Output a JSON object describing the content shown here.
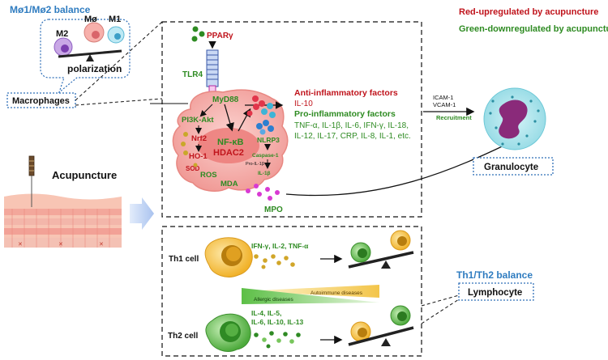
{
  "colors": {
    "upregulated": "#c0141c",
    "downregulated": "#2e8b22",
    "title_blue": "#2f7cc0",
    "cell_pink": "#f4a5a2",
    "granulocyte_cyan": "#a7e4ec",
    "granulocyte_nucleus": "#8a2a7a",
    "lymph_yellow": "#f1b22a",
    "lymph_green": "#5bb548"
  },
  "legend": {
    "red": "Red-upregulated by acupuncture",
    "green": "Green-downregulated by acupuncture"
  },
  "macrophage_panel": {
    "balance_title": "Mø1/Mø2 balance",
    "m2": "M2",
    "m0": "Mø",
    "m1": "M1",
    "polarization": "polarization",
    "macrophages_box": "Macrophages"
  },
  "acupuncture": {
    "label": "Acupuncture"
  },
  "pathway": {
    "ppar": "PPARγ",
    "tlr4": "TLR4",
    "myd88": "MyD88",
    "pi3k": "PI3K-Akt",
    "nrf2": "Nrf2",
    "ho1": "HO-1",
    "sod": "SOD",
    "ros": "ROS",
    "mda": "MDA",
    "nfkb": "NF-κB",
    "hdac2": "HDAC2",
    "nlrp3": "NLRP3",
    "caspase": "Caspase-1",
    "pro_il": "Pro-IL-1β",
    "il1b": "IL-1β",
    "mpo": "MPO"
  },
  "factors": {
    "anti_title": "Anti-inflammatory factors",
    "anti_list": "IL-10",
    "pro_title": "Pro-inflammatory factors",
    "pro_line1": "TNF-α, IL-1β, IL-6, IFN-γ, IL-18,",
    "pro_line2": "IL-12, IL-17, CRP, IL-8, IL-1, etc."
  },
  "recruitment": {
    "icam": "ICAM-1",
    "vcam": "VCAM-1",
    "label": "Recruitment",
    "granulocyte_box": "Granulocyte"
  },
  "lymphocyte_panel": {
    "th1": "Th1 cell",
    "th1_cytokines": "IFN-γ, IL-2, TNF-α",
    "autoimmune": "Autoimmune diseases",
    "allergic": "Allergic diseases",
    "th2": "Th2 cell",
    "th2_line1": "IL-4, IL-5,",
    "th2_line2": "IL-6, IL-10, IL-13",
    "balance_title": "Th1/Th2 balance",
    "lymphocyte_box": "Lymphocyte"
  }
}
